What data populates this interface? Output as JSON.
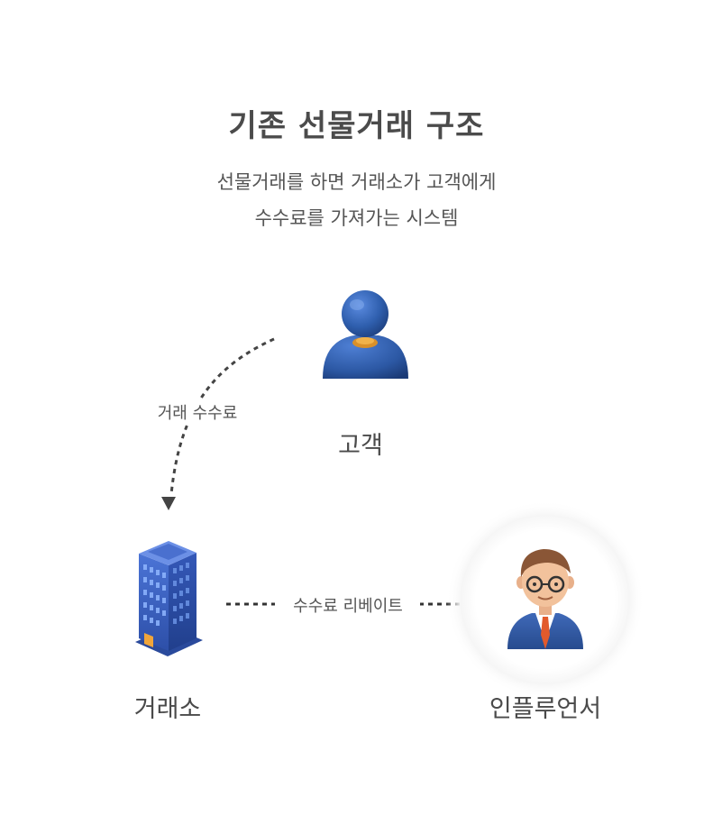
{
  "title": "기존 선물거래 구조",
  "subtitle": {
    "line1": "선물거래를 하면 거래소가 고객에게",
    "line2": "수수료를 가져가는 시스템"
  },
  "nodes": {
    "customer": "고객",
    "exchange": "거래소",
    "influencer": "인플루언서"
  },
  "edges": {
    "trading_fee": "거래 수수료",
    "fee_rebate": "수수료 리베이트"
  },
  "icons": {
    "customer": "person-silhouette-icon",
    "exchange": "office-building-icon",
    "influencer": "businessman-avatar-icon"
  },
  "colors": {
    "customer_blue": "#2f5fae",
    "building_blue": "#3c63c4",
    "arrow": "#444444"
  }
}
